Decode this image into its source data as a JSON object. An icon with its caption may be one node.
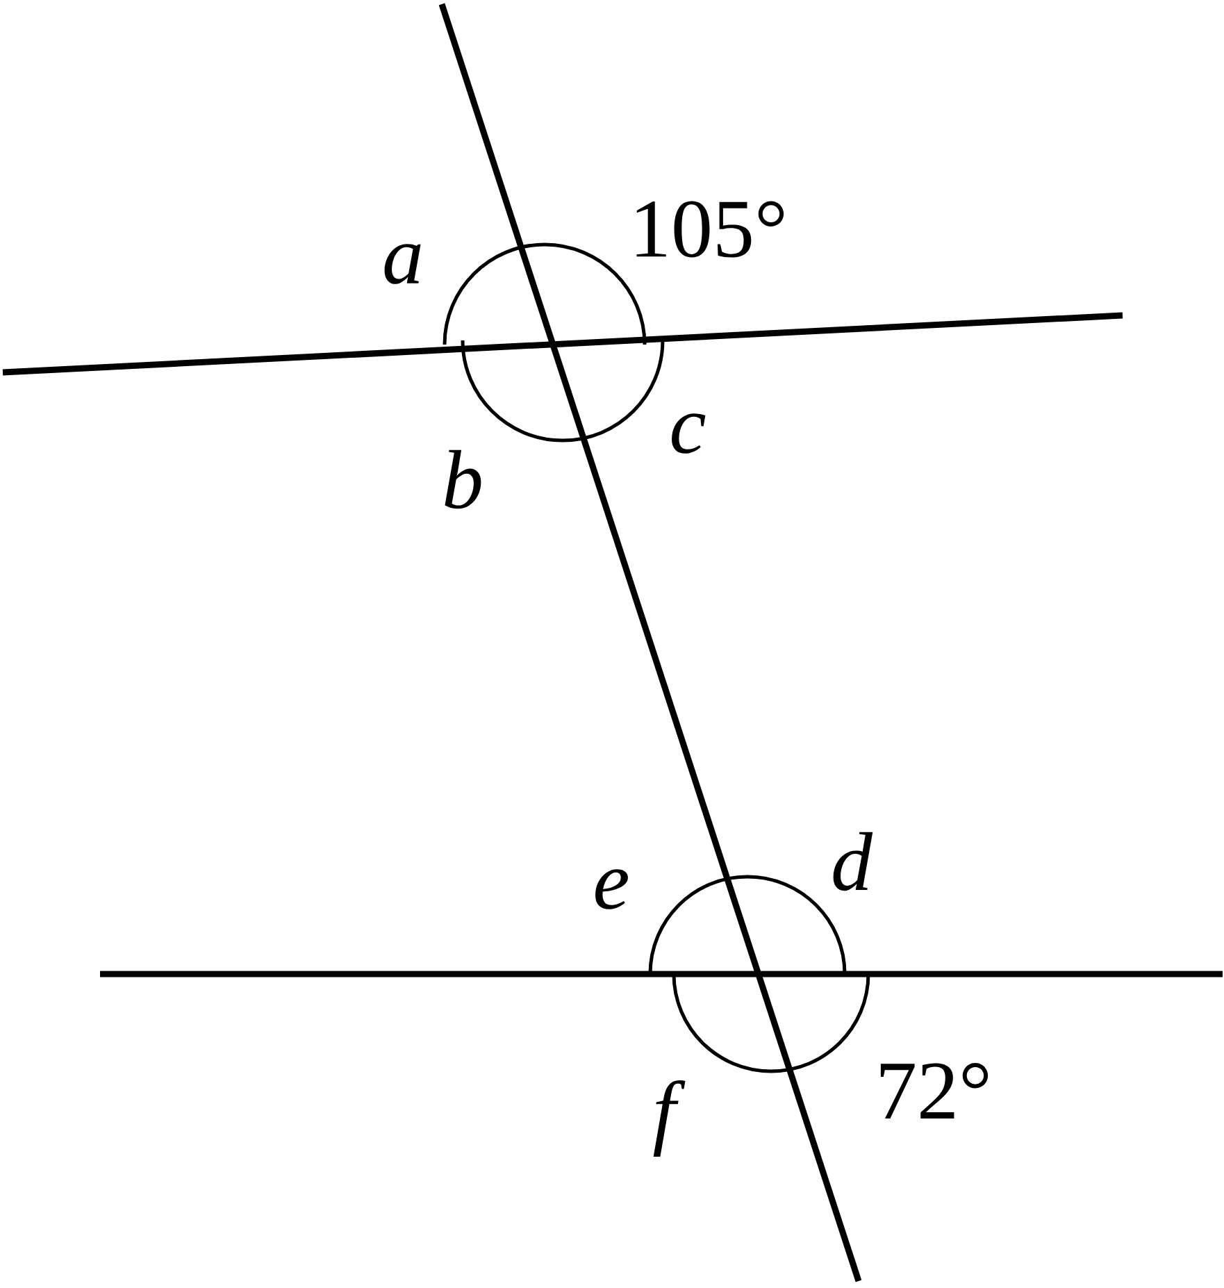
{
  "diagram": {
    "labels": [
      "a",
      "105°",
      "b",
      "c",
      "e",
      "d",
      "f",
      "72°"
    ]
  }
}
